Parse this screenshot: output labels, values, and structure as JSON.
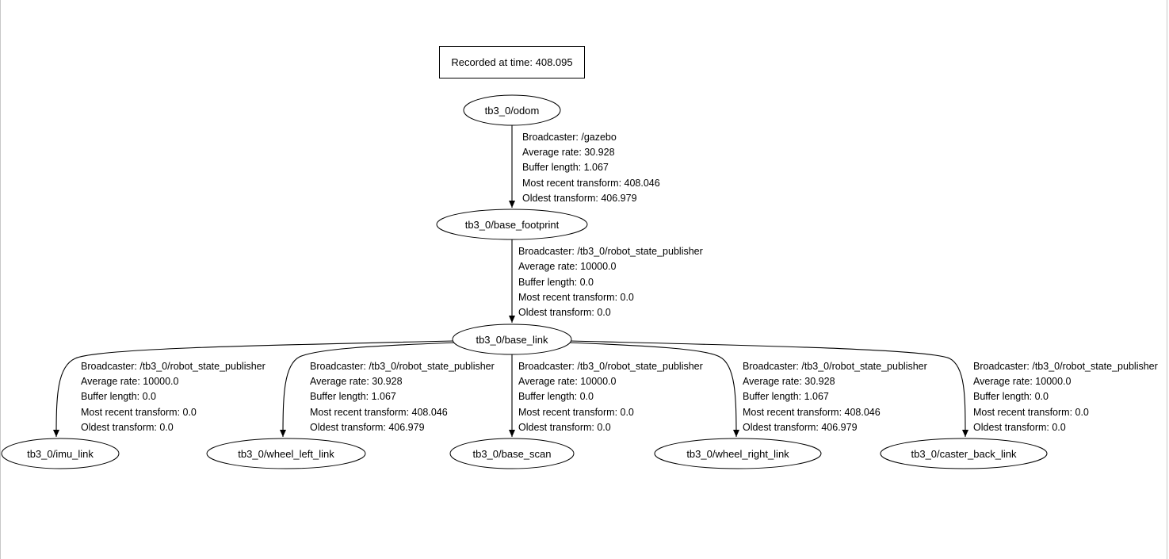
{
  "graph": {
    "title": "Recorded at time: 408.095",
    "nodes": [
      {
        "id": "odom",
        "label": "tb3_0/odom"
      },
      {
        "id": "base_footprint",
        "label": "tb3_0/base_footprint"
      },
      {
        "id": "base_link",
        "label": "tb3_0/base_link"
      },
      {
        "id": "imu_link",
        "label": "tb3_0/imu_link"
      },
      {
        "id": "wheel_left_link",
        "label": "tb3_0/wheel_left_link"
      },
      {
        "id": "base_scan",
        "label": "tb3_0/base_scan"
      },
      {
        "id": "wheel_right_link",
        "label": "tb3_0/wheel_right_link"
      },
      {
        "id": "caster_back_link",
        "label": "tb3_0/caster_back_link"
      }
    ],
    "edges": [
      {
        "from": "odom",
        "to": "base_footprint",
        "lines": [
          "Broadcaster: /gazebo",
          "Average rate: 30.928",
          "Buffer length: 1.067",
          "Most recent transform: 408.046",
          "Oldest transform: 406.979"
        ]
      },
      {
        "from": "base_footprint",
        "to": "base_link",
        "lines": [
          "Broadcaster: /tb3_0/robot_state_publisher",
          "Average rate: 10000.0",
          "Buffer length: 0.0",
          "Most recent transform: 0.0",
          "Oldest transform: 0.0"
        ]
      },
      {
        "from": "base_link",
        "to": "imu_link",
        "lines": [
          "Broadcaster: /tb3_0/robot_state_publisher",
          "Average rate: 10000.0",
          "Buffer length: 0.0",
          "Most recent transform: 0.0",
          "Oldest transform: 0.0"
        ]
      },
      {
        "from": "base_link",
        "to": "wheel_left_link",
        "lines": [
          "Broadcaster: /tb3_0/robot_state_publisher",
          "Average rate: 30.928",
          "Buffer length: 1.067",
          "Most recent transform: 408.046",
          "Oldest transform: 406.979"
        ]
      },
      {
        "from": "base_link",
        "to": "base_scan",
        "lines": [
          "Broadcaster: /tb3_0/robot_state_publisher",
          "Average rate: 10000.0",
          "Buffer length: 0.0",
          "Most recent transform: 0.0",
          "Oldest transform: 0.0"
        ]
      },
      {
        "from": "base_link",
        "to": "wheel_right_link",
        "lines": [
          "Broadcaster: /tb3_0/robot_state_publisher",
          "Average rate: 30.928",
          "Buffer length: 1.067",
          "Most recent transform: 408.046",
          "Oldest transform: 406.979"
        ]
      },
      {
        "from": "base_link",
        "to": "caster_back_link",
        "lines": [
          "Broadcaster: /tb3_0/robot_state_publisher",
          "Average rate: 10000.0",
          "Buffer length: 0.0",
          "Most recent transform: 0.0",
          "Oldest transform: 0.0"
        ]
      }
    ]
  }
}
